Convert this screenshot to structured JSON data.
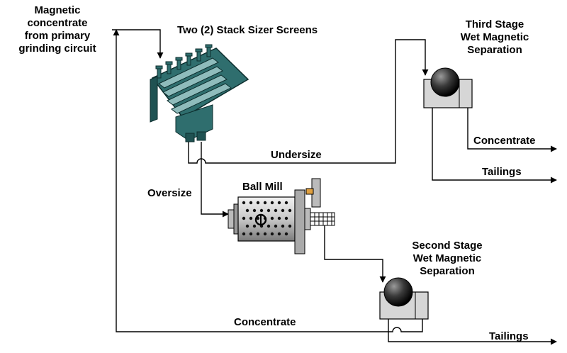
{
  "labels": {
    "input_line1": "Magnetic",
    "input_line2": "concentrate",
    "input_line3": "from primary",
    "input_line4": "grinding circuit",
    "screens": "Two (2) Stack Sizer Screens",
    "third_line1": "Third Stage",
    "third_line2": "Wet Magnetic",
    "third_line3": "Separation",
    "concentrate_top": "Concentrate",
    "tailings_top": "Tailings",
    "undersize": "Undersize",
    "oversize": "Oversize",
    "ball_mill": "Ball Mill",
    "second_line1": "Second Stage",
    "second_line2": "Wet Magnetic",
    "second_line3": "Separation",
    "concentrate_bottom": "Concentrate",
    "tailings_bottom": "Tailings"
  },
  "colors": {
    "line": "#000000",
    "screen_frame": "#2f6e6e",
    "screen_deck": "#8fbcbc",
    "separator_body": "#d6d6d6",
    "separator_drum": "#3a3a3a",
    "mill_body": "#d0d0d0",
    "mill_hole": "#111111"
  }
}
